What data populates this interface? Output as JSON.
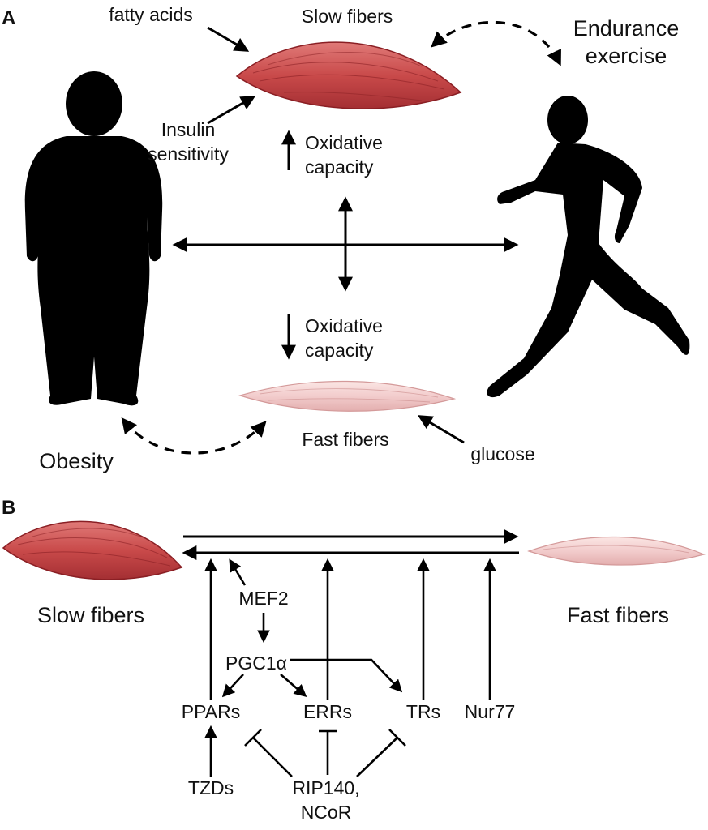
{
  "panel_a": {
    "letter": "A",
    "slow_fibers": "Slow fibers",
    "fatty_acids": "fatty acids",
    "insulin_line1": "Insulin",
    "insulin_line2": "sensitivity",
    "endurance_line1": "Endurance",
    "endurance_line2": "exercise",
    "oxidative_up_line1": "Oxidative",
    "oxidative_up_line2": "capacity",
    "oxidative_down_line1": "Oxidative",
    "oxidative_down_line2": "capacity",
    "fast_fibers": "Fast fibers",
    "glucose": "glucose",
    "obesity": "Obesity"
  },
  "panel_b": {
    "letter": "B",
    "slow_fibers": "Slow fibers",
    "fast_fibers": "Fast fibers",
    "mef2": "MEF2",
    "pgc1a": "PGC1α",
    "ppars": "PPARs",
    "errs": "ERRs",
    "trs": "TRs",
    "nur77": "Nur77",
    "tzds": "TZDs",
    "rip140_line1": "RIP140,",
    "rip140_line2": "NCoR"
  },
  "colors": {
    "slow_muscle": "#c94a4a",
    "slow_muscle_edge": "#8a1f24",
    "fast_muscle": "#f2cccc",
    "fast_muscle_edge": "#d49a9a",
    "silhouette": "#000000"
  }
}
